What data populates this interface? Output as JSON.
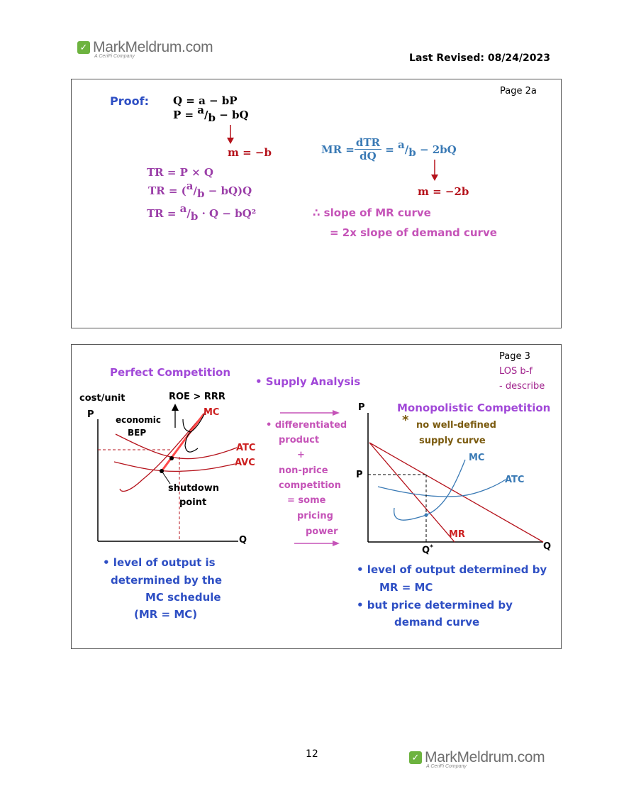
{
  "header": {
    "logo_brand": "MarkMeldrum.com",
    "logo_sub": "A CeriFi Company",
    "revised": "Last Revised: 08/24/2023"
  },
  "panel1": {
    "page_label": "Page 2a",
    "proof": "Proof:",
    "eq_q": "Q = a − bP",
    "p_lhs": "P = ",
    "frac_a": "a",
    "frac_b": "b",
    "p_rest": " − bQ",
    "slope_demand": "m = −b",
    "tr1": "TR = P × Q",
    "tr2_lhs": "TR = (",
    "tr2_rest": " − bQ)Q",
    "tr3_lhs": "TR = ",
    "tr3_rest": " · Q − bQ²",
    "mr_lhs": "MR = ",
    "mr_num": "dTR",
    "mr_den": "dQ",
    "mr_eq": " = ",
    "mr_rest": " − 2bQ",
    "slope_mr": "m = −2b",
    "conclusion1": "∴ slope of MR curve",
    "conclusion2": "= 2x slope of demand curve"
  },
  "panel2": {
    "page_label": "Page 3",
    "los": "LOS b-f",
    "describe": "- describe",
    "perfect_title": "Perfect Competition",
    "supply_analysis": "• Supply Analysis",
    "pc_ylabel": "cost/unit",
    "pc_p": "P",
    "pc_q": "Q",
    "roe": "ROE > RRR",
    "mc": "MC",
    "atc": "ATC",
    "avc": "AVC",
    "economic": "economic",
    "bep": "BEP",
    "shutdown1": "shutdown",
    "shutdown2": "point",
    "pc_note1": "• level of output is",
    "pc_note2": "determined by the",
    "pc_note3": "MC schedule",
    "pc_note4": "(MR = MC)",
    "mid1": "• differentiated",
    "mid2": "product",
    "mid3": "+",
    "mid4": "non-price",
    "mid5": "competition",
    "mid6": "= some",
    "mid7": "pricing",
    "mid8": "power",
    "mono_title": "Monopolistic Competition",
    "mono_star": "*",
    "mono_sub1": "no well-defined",
    "mono_sub2": "supply curve",
    "mc_p": "P",
    "mc_p2": "P",
    "mc_q": "Q",
    "mc_qstar": "Q",
    "mc_star": "*",
    "mc_mc": "MC",
    "mc_atc": "ATC",
    "mc_mr": "MR",
    "mono_note1": "• level of output determined by",
    "mono_note2": "MR = MC",
    "mono_note3": "• but price determined by",
    "mono_note4": "demand curve"
  },
  "footer": {
    "page_number": "12",
    "logo_brand": "MarkMeldrum.com",
    "logo_sub": "A CeriFi Company"
  }
}
